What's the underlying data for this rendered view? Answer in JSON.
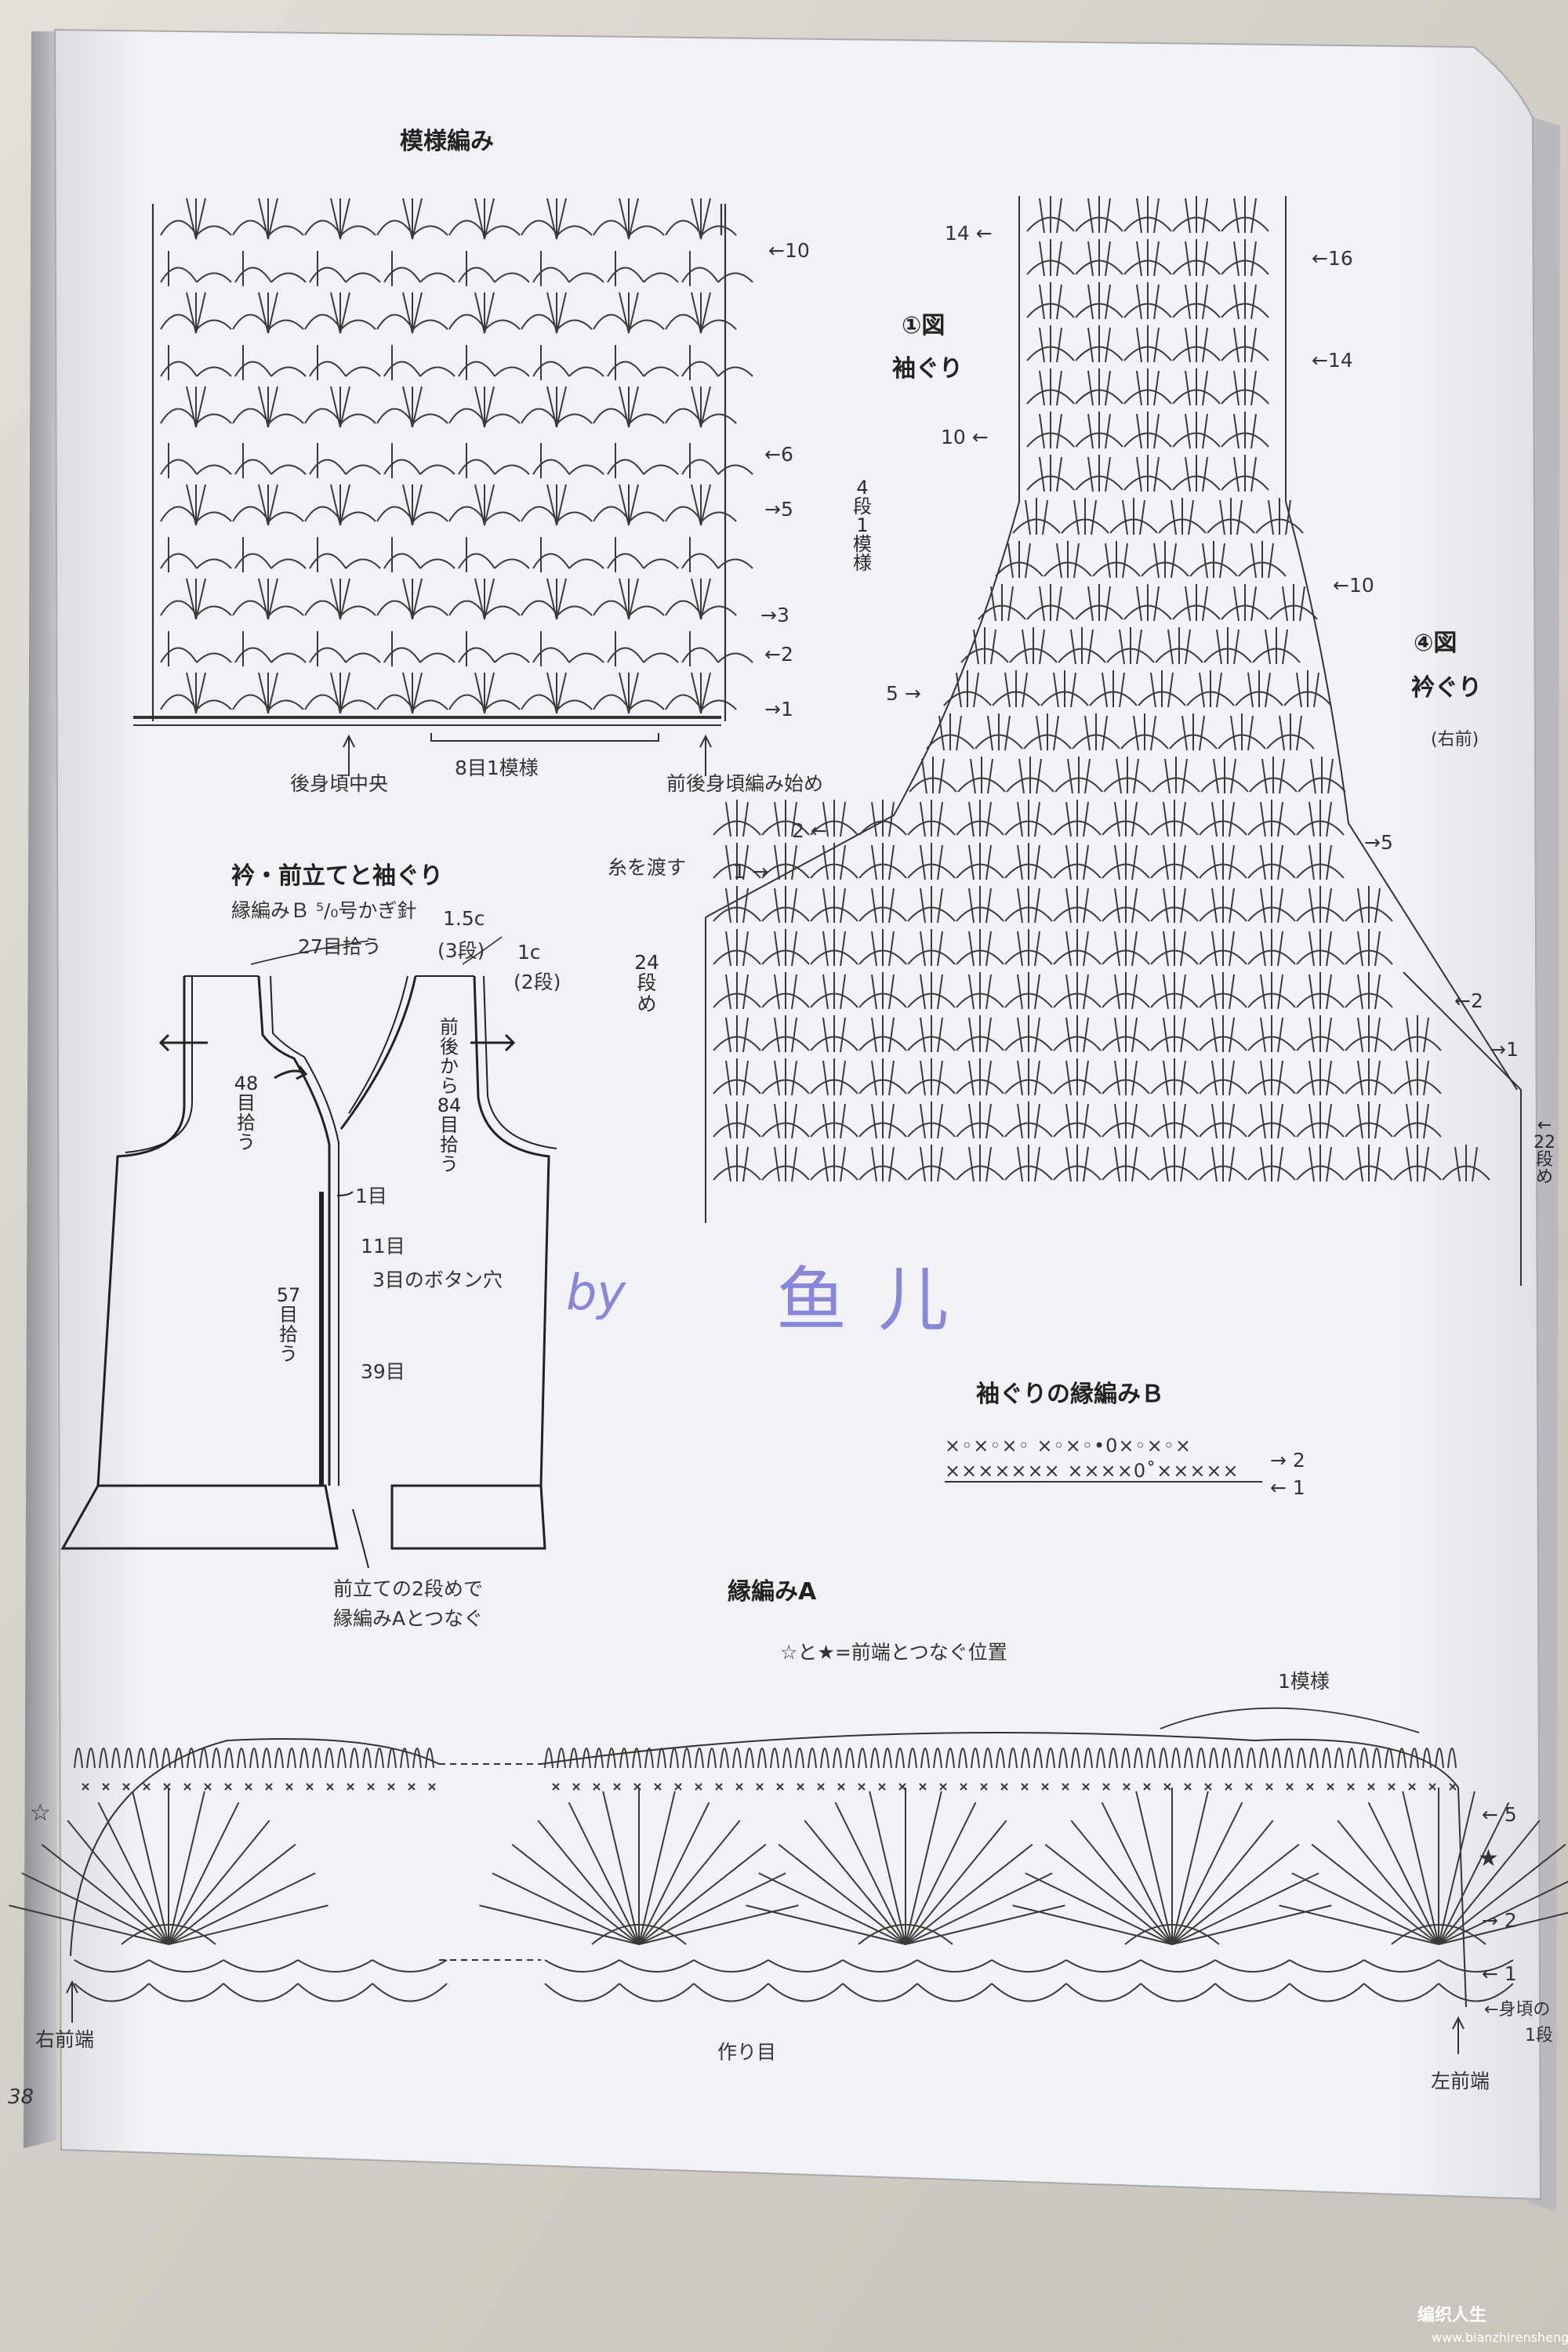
{
  "page_number": "38",
  "watermark_signature": {
    "by": "by",
    "name": "鱼儿"
  },
  "site_watermark": {
    "logo_text": "编织人生",
    "url": "www.bianzhirensheng.com"
  },
  "pattern_stitch": {
    "title": "模様編み",
    "row_labels": [
      "←10",
      "←6",
      "→5",
      "→3",
      "←2",
      "→1"
    ],
    "repeat_note": [
      "4",
      "段",
      "1",
      "模",
      "様"
    ],
    "bottom_labels": {
      "center_back": "後身頃中央",
      "repeat": "8目1模様",
      "start": "前後身頃編み始め"
    }
  },
  "figure1": {
    "number": "①図",
    "name": "袖ぐり",
    "row_labels_left": [
      "14 ←",
      "10 ←",
      "5 →",
      "2 ←",
      "1 →",
      "24",
      "段",
      "め"
    ],
    "row_labels_right": [
      "←16",
      "←14",
      "←10",
      "→5"
    ],
    "pass_yarn": "糸を渡す"
  },
  "figure4": {
    "number": "④図",
    "name": "衿ぐり",
    "side": "(右前)",
    "row_labels": [
      "←2",
      "→1",
      "←",
      "22",
      "段",
      "め"
    ]
  },
  "collar_diagram": {
    "title": "衿・前立てと袖ぐり",
    "subtitle": "縁編みＢ ⁵/₀号かぎ針",
    "labels": {
      "pick_27": "27目拾う",
      "w15": "1.5c",
      "r3": "(3段)",
      "w1": "1c",
      "r2": "(2段)",
      "fb_pick": [
        "前",
        "後",
        "か",
        "ら",
        "84",
        "目",
        "拾",
        "う"
      ],
      "pick_48": [
        "48",
        "目",
        "拾",
        "う"
      ],
      "pick_57": [
        "57",
        "目",
        "拾",
        "う"
      ],
      "st1": "1目",
      "st11": "11目",
      "buttonhole": "3目のボタン穴",
      "st39": "39目",
      "join_note": [
        "前立ての2段めで",
        "縁編みAとつなぐ"
      ]
    }
  },
  "armhole_edging": {
    "title": "袖ぐりの縁編みＢ",
    "row2_symbols": "×◦×◦×◦ ×◦×◦•0×◦×◦×",
    "row1_symbols": "××××××× ××××0˚×××××",
    "row_labels": [
      "→ 2",
      "← 1"
    ]
  },
  "edging_a": {
    "title": "縁編みA",
    "note": "☆と★=前端とつなぐ位置",
    "one_repeat": "1模様",
    "right_front": "右前端",
    "foundation": "作り目",
    "left_front": "左前端",
    "star_open": "☆",
    "star_filled": "★",
    "row_labels": [
      "← 5",
      "→ 2",
      "← 1"
    ],
    "body_row": [
      "←身頃の",
      "1段"
    ]
  }
}
